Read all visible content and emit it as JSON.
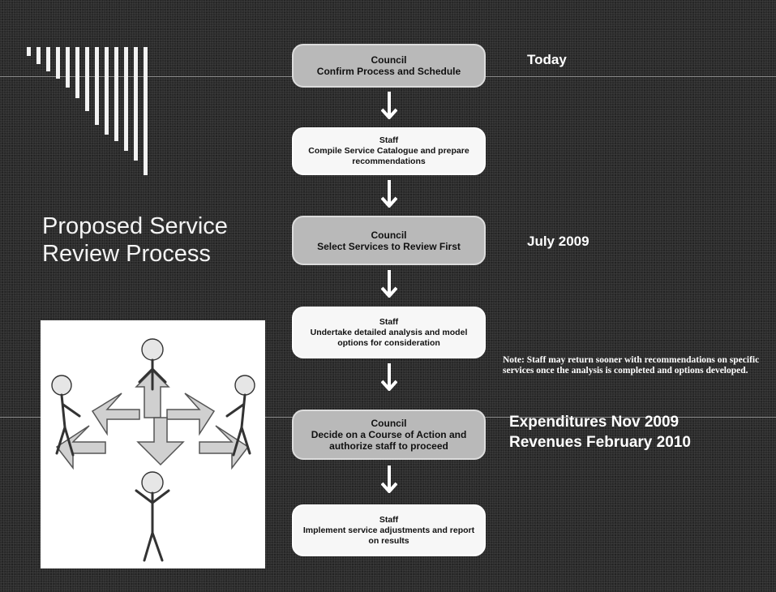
{
  "slide": {
    "title": "Proposed Service Review Process"
  },
  "steps": [
    {
      "role": "Council",
      "text": "Confirm Process and Schedule",
      "kind": "council"
    },
    {
      "role": "Staff",
      "text": "Compile Service Catalogue and prepare recommendations",
      "kind": "staff"
    },
    {
      "role": "Council",
      "text": "Select Services to Review First",
      "kind": "council"
    },
    {
      "role": "Staff",
      "text": "Undertake detailed analysis and model options for consideration",
      "kind": "staff"
    },
    {
      "role": "Council",
      "text": "Decide on a Course of Action and authorize staff to proceed",
      "kind": "council"
    },
    {
      "role": "Staff",
      "text": "Implement service adjustments and report on results",
      "kind": "staff"
    }
  ],
  "timeline": {
    "today": "Today",
    "july": "July 2009",
    "expenditures": "Expenditures Nov 2009",
    "revenues": "Revenues February 2010"
  },
  "note": "Note: Staff may return sooner with recommendations on specific services once the analysis is completed and options developed.",
  "illustration": {
    "icon": "people-puzzle-arrows-illustration"
  },
  "colors": {
    "background": "#2a2a2a",
    "council_box": "#b9b9b9",
    "staff_box": "#f7f7f7",
    "text_light": "#ffffff"
  }
}
